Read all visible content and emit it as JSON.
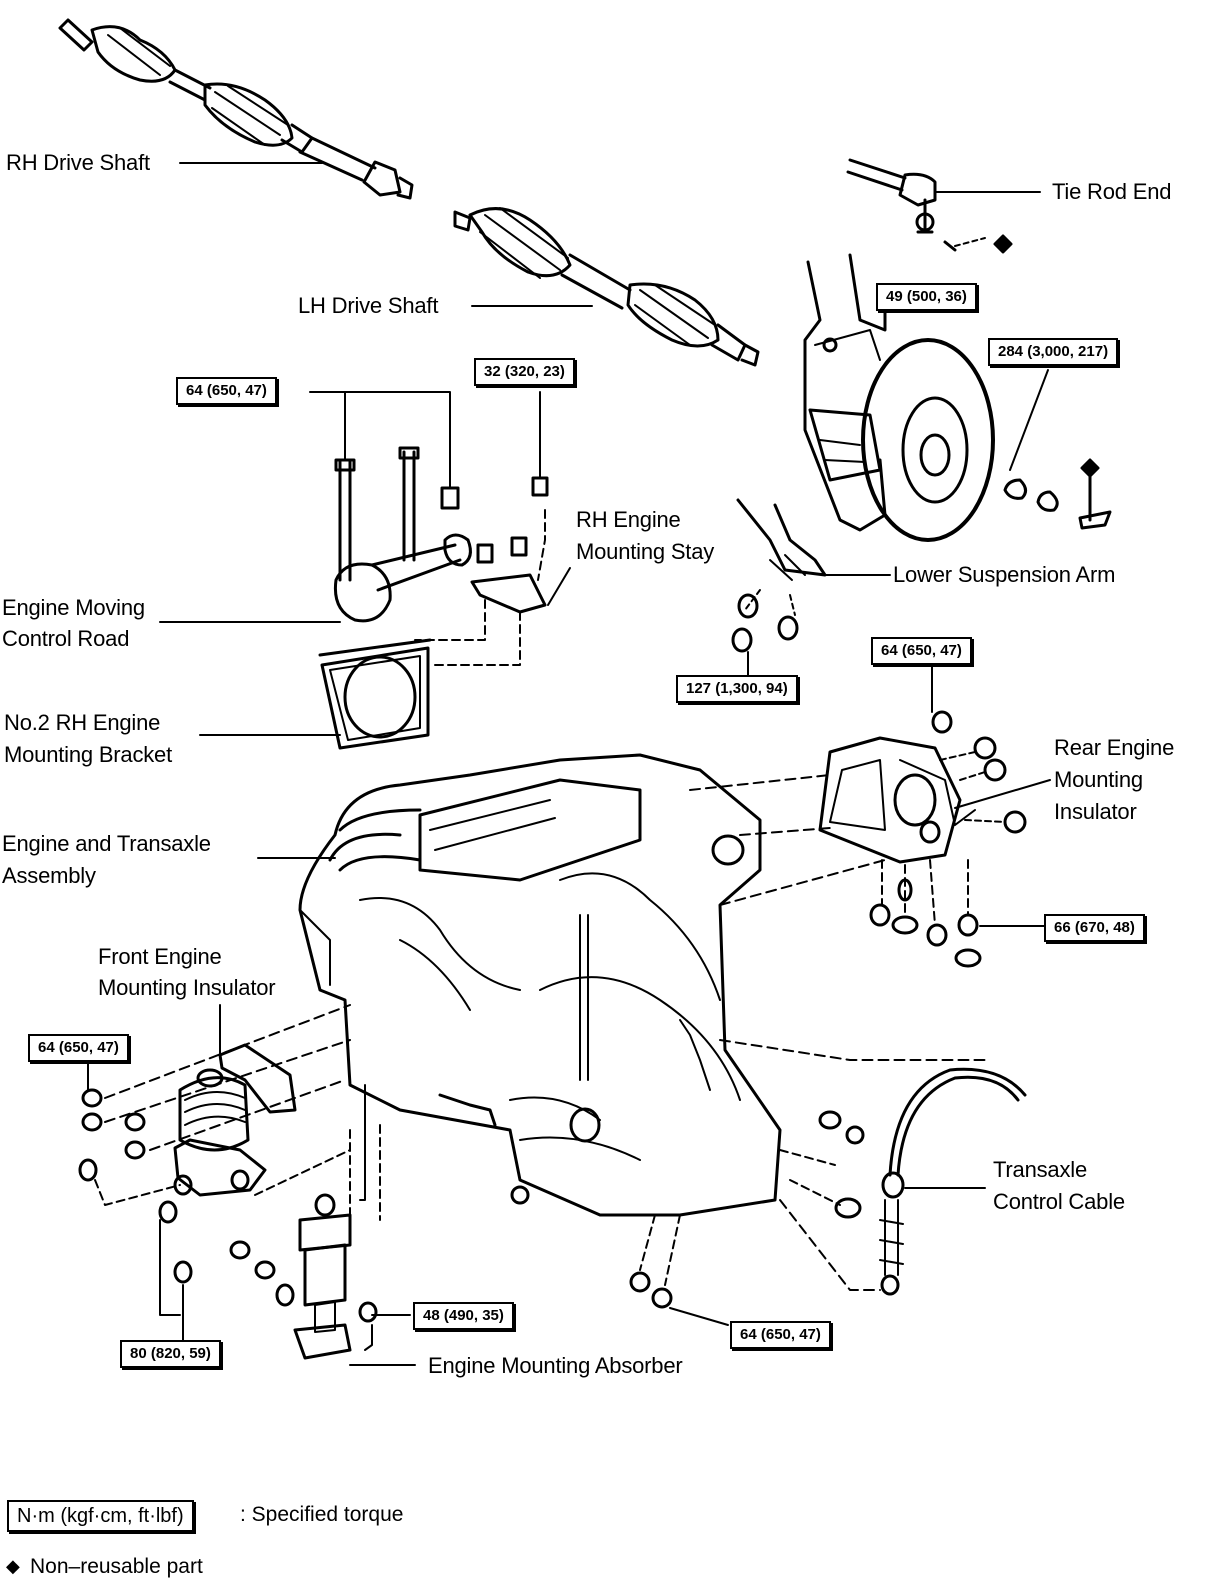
{
  "labels": {
    "rh_drive_shaft": "RH Drive Shaft",
    "lh_drive_shaft": "LH Drive Shaft",
    "tie_rod_end": "Tie Rod End",
    "rh_engine_mounting_stay_l1": "RH Engine",
    "rh_engine_mounting_stay_l2": "Mounting Stay",
    "lower_suspension_arm": "Lower Suspension Arm",
    "engine_moving_control_rod_l1": "Engine Moving",
    "engine_moving_control_rod_l2": "Control Road",
    "no2_rh_engine_bracket_l1": "No.2 RH Engine",
    "no2_rh_engine_bracket_l2": "Mounting Bracket",
    "rear_engine_insulator_l1": "Rear Engine",
    "rear_engine_insulator_l2": "Mounting",
    "rear_engine_insulator_l3": "Insulator",
    "engine_transaxle_l1": "Engine and Transaxle",
    "engine_transaxle_l2": "Assembly",
    "front_engine_insulator_l1": "Front Engine",
    "front_engine_insulator_l2": "Mounting Insulator",
    "transaxle_cable_l1": "Transaxle",
    "transaxle_cable_l2": "Control Cable",
    "engine_mounting_absorber": "Engine Mounting Absorber"
  },
  "torques": {
    "tie_rod_nut": "49 (500, 36)",
    "hub_nut": "284 (3,000, 217)",
    "control_rod_bolts": "64 (650, 47)",
    "stay_bolt": "32 (320, 23)",
    "lower_arm_nuts": "127 (1,300, 94)",
    "rear_insulator_top": "64 (650, 47)",
    "rear_insulator_nuts": "66 (670, 48)",
    "front_insulator_bolts": "64 (650, 47)",
    "absorber_bolt": "48 (490, 35)",
    "front_insulator_lower": "80 (820, 59)",
    "transaxle_bolts": "64 (650, 47)"
  },
  "legend": {
    "torque_unit": "N·m (kgf·cm, ft·lbf)",
    "torque_desc": ": Specified torque",
    "nonreusable_symbol": "◆",
    "nonreusable_desc": "Non–reusable part"
  }
}
